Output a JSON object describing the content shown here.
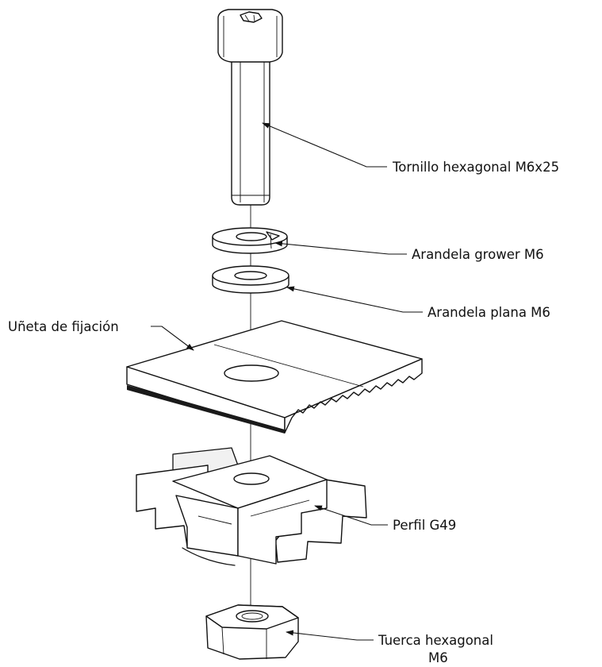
{
  "labels": {
    "bolt": "Tornillo hexagonal M6x25",
    "grower_washer": "Arandela grower M6",
    "flat_washer": "Arandela plana M6",
    "clamp": "Uñeta de fijación",
    "profile": "Perfil G49",
    "nut_line1": "Tuerca hexagonal",
    "nut_line2": "M6"
  }
}
